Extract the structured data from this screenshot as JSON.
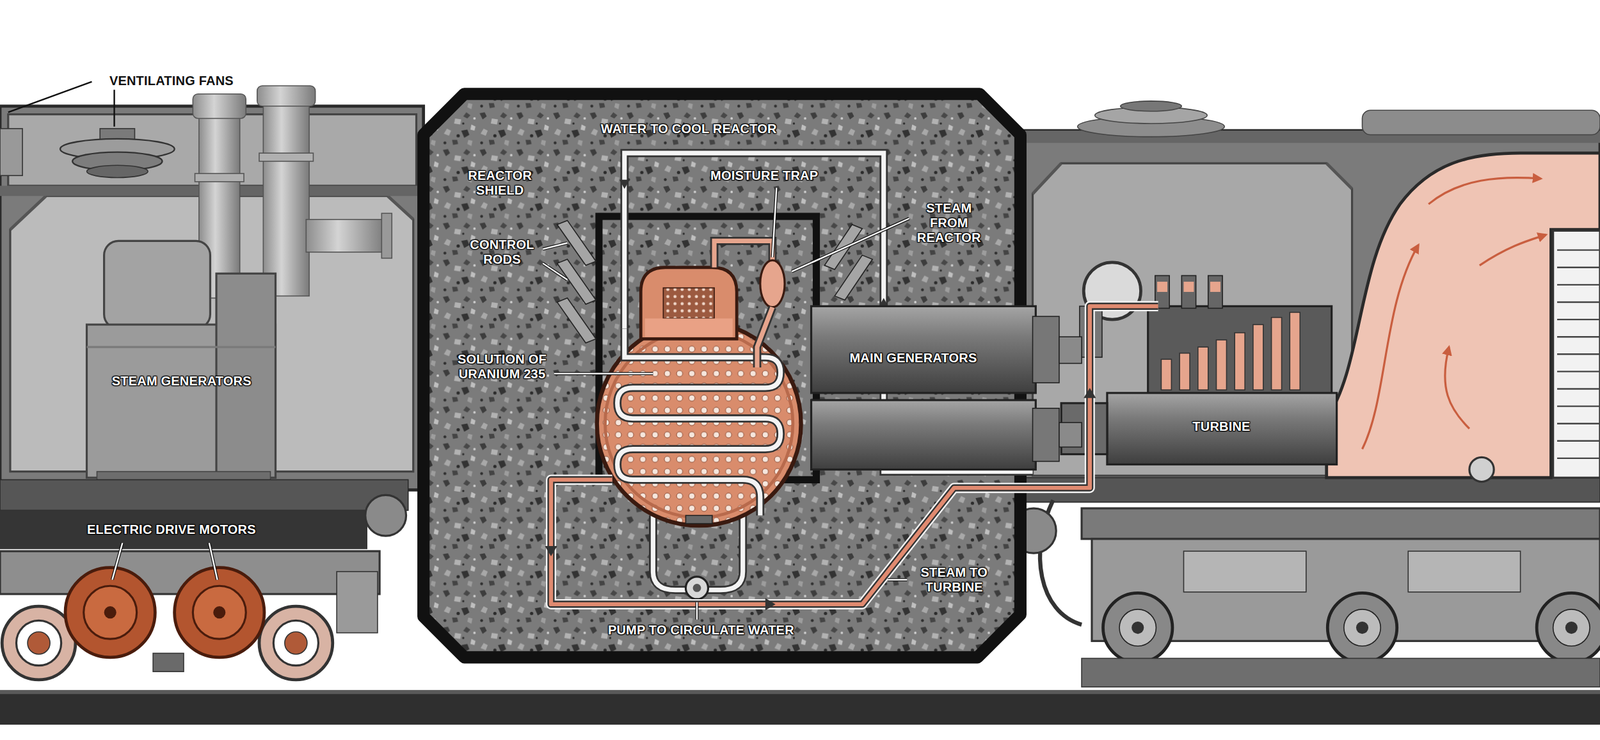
{
  "diagram": {
    "nodes": [
      {
        "text": [
          "STEAM GENERATORS"
        ]
      },
      {
        "text": [
          "REACTOR SHIELD"
        ]
      },
      {
        "text": [
          "MAIN GENERATORS"
        ]
      },
      {
        "text": [
          "TURBINE"
        ]
      }
    ],
    "labels": [
      "VENTILATING FANS",
      "WATER TO COOL REACTOR",
      "MOISTURE TRAP",
      "CONTROL RODS",
      "STEAM FROM REACTOR",
      "SOLUTION OF URANIUM 235",
      "ELECTRIC DRIVE MOTORS",
      "STEAM TO TURBINE",
      "PUMP TO CIRCULATE WATER"
    ]
  }
}
